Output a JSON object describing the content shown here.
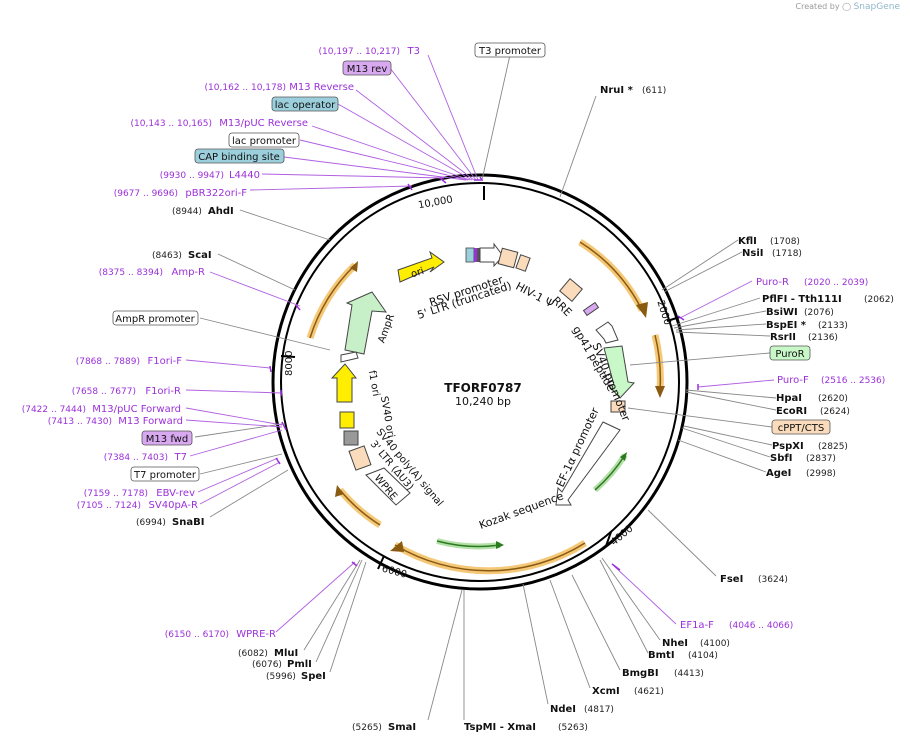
{
  "credit": {
    "prefix": "Created by",
    "brand": "SnapGene"
  },
  "plasmid": {
    "name": "TFORF0787",
    "length": "10,240 bp"
  },
  "ticks": [
    "2000",
    "4000",
    "6000",
    "8000",
    "10,000"
  ],
  "sites_right": [
    {
      "name": "NruI",
      "star": " *",
      "pos": "(611)"
    },
    {
      "name": "KflI",
      "pos": "(1708)"
    },
    {
      "name": "NsiI",
      "pos": "(1718)"
    },
    {
      "name": "PflFI",
      "name2": "Tth111I",
      "pos": "(2062)"
    },
    {
      "name": "BsiWI",
      "pos": "(2076)"
    },
    {
      "name": "BspEI",
      "star": " *",
      "pos": "(2133)"
    },
    {
      "name": "RsrII",
      "pos": "(2136)"
    },
    {
      "name": "HpaI",
      "pos": "(2620)"
    },
    {
      "name": "EcoRI",
      "pos": "(2624)"
    },
    {
      "name": "PspXI",
      "pos": "(2825)"
    },
    {
      "name": "SbfI",
      "pos": "(2837)"
    },
    {
      "name": "AgeI",
      "pos": "(2998)"
    },
    {
      "name": "FseI",
      "pos": "(3624)"
    },
    {
      "name": "NheI",
      "pos": "(4100)"
    },
    {
      "name": "BmtI",
      "pos": "(4104)"
    },
    {
      "name": "BmgBI",
      "pos": "(4413)"
    },
    {
      "name": "XcmI",
      "pos": "(4621)"
    },
    {
      "name": "NdeI",
      "pos": "(4817)"
    },
    {
      "name": "TspMI",
      "name2": "XmaI",
      "pos": "(5263)"
    }
  ],
  "sites_left": [
    {
      "name": "AhdI",
      "pos": "(8944)"
    },
    {
      "name": "ScaI",
      "pos": "(8463)"
    },
    {
      "name": "SnaBI",
      "pos": "(6994)"
    },
    {
      "name": "MluI",
      "pos": "(6082)"
    },
    {
      "name": "PmlI",
      "pos": "(6076)"
    },
    {
      "name": "SpeI",
      "pos": "(5996)"
    },
    {
      "name": "SmaI",
      "pos": "(5265)"
    }
  ],
  "primers": [
    {
      "pos": "(10,197 .. 10,217)",
      "name": "T3"
    },
    {
      "pos": "(10,162 .. 10,178)",
      "name": "M13 Reverse"
    },
    {
      "pos": "(10,143 .. 10,165)",
      "name": "M13/pUC Reverse"
    },
    {
      "pos": "(9930 .. 9947)",
      "name": "L4440"
    },
    {
      "pos": "(9677 .. 9696)",
      "name": "pBR322ori-F"
    },
    {
      "pos": "(8375 .. 8394)",
      "name": "Amp-R"
    },
    {
      "pos": "(7868 .. 7889)",
      "name": "F1ori-F"
    },
    {
      "pos": "(7658 .. 7677)",
      "name": "F1ori-R"
    },
    {
      "pos": "(7422 .. 7444)",
      "name": "M13/pUC Forward"
    },
    {
      "pos": "(7413 .. 7430)",
      "name": "M13 Forward"
    },
    {
      "pos": "(7384 .. 7403)",
      "name": "T7"
    },
    {
      "pos": "(7159 .. 7178)",
      "name": "EBV-rev"
    },
    {
      "pos": "(7105 .. 7124)",
      "name": "SV40pA-R"
    },
    {
      "pos": "(6150 .. 6170)",
      "name": "WPRE-R"
    },
    {
      "pos": "(2020 .. 2039)",
      "name": "Puro-R"
    },
    {
      "pos": "(2516 .. 2536)",
      "name": "Puro-F"
    },
    {
      "pos": "(4046 .. 4066)",
      "name": "EF1a-F"
    }
  ],
  "boxed_labels": {
    "t3_promoter": "T3 promoter",
    "m13_rev": "M13 rev",
    "lac_operator": "lac operator",
    "lac_promoter": "lac promoter",
    "cap_site": "CAP binding site",
    "ampr_promoter": "AmpR promoter",
    "m13_fwd": "M13 fwd",
    "t7_promoter": "T7 promoter",
    "puror": "PuroR",
    "cppt": "cPPT/CTS"
  },
  "inner_labels": {
    "ori": "ori",
    "ampr": "AmpR",
    "f1_ori": "f1 ori",
    "sv40_ori": "SV40 ori",
    "rsv": "RSV promoter",
    "ltr5": "5' LTR (truncated)",
    "hiv": "HIV-1 Ψ",
    "rre": "RRE",
    "gp41": "gp41 peptide",
    "sv40_prom": "SV40 promoter",
    "ef1a": "EF-1α promoter",
    "kozak": "Kozak sequence",
    "sv40pa": "SV40 poly(A) signal",
    "ltr3": "3' LTR (ΔU3)",
    "wpre": "WPRE"
  },
  "colors": {
    "orange": "#e8a030",
    "green": "#4aa53a",
    "primer": "#9b30d9",
    "ori_yellow": "#ffee00",
    "ampr_green": "#c8f0c8",
    "puror_green": "#c8f8c8",
    "cap_blue": "#9ccfdc",
    "peach": "#fadcbc",
    "lavender": "#d8a8f0"
  }
}
